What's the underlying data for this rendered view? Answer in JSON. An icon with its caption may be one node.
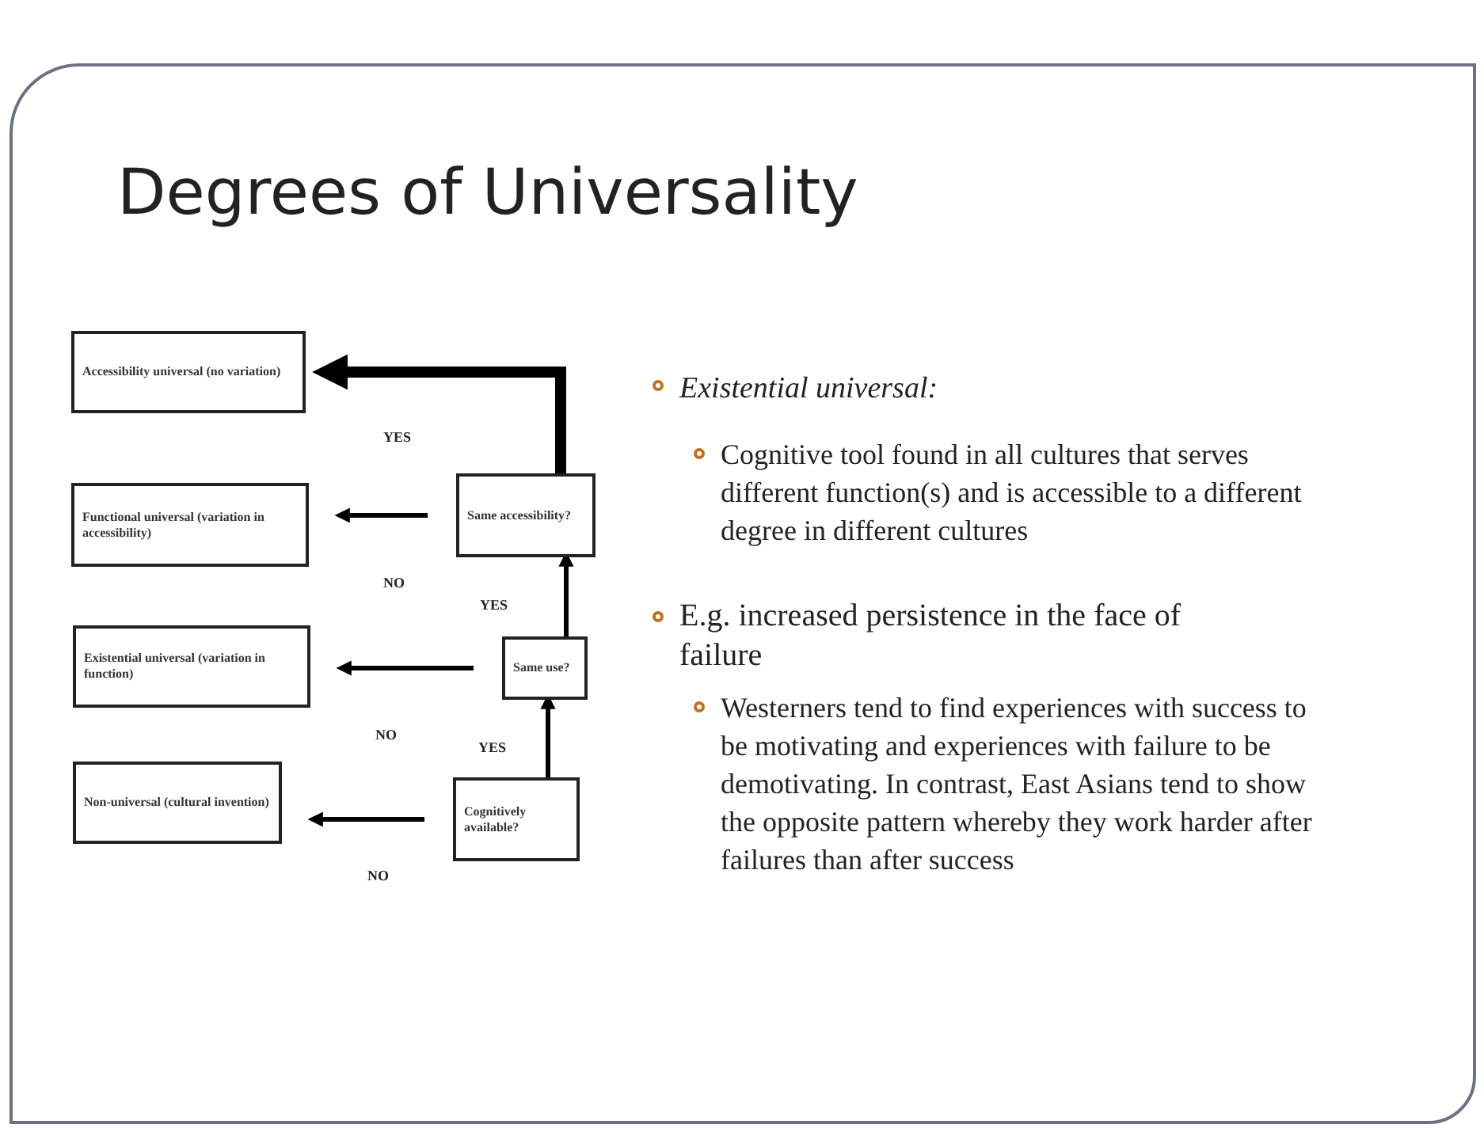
{
  "diagram": {
    "title": "Degrees of Universality",
    "nodes": [
      {
        "text": [
          "Accessibility universal (no variation)"
        ]
      },
      {
        "text": [
          "Functional universal (variation in accessibility)"
        ]
      },
      {
        "text": [
          "Existential universal (variation in function)"
        ]
      },
      {
        "text": [
          "Non-universal (cultural invention)"
        ]
      },
      {
        "text": [
          "Same accessibility?"
        ]
      },
      {
        "text": [
          "Same use?"
        ]
      },
      {
        "text": [
          "Cognitively available?"
        ]
      }
    ],
    "edges": [
      {
        "from": 6,
        "to": 5,
        "arrow": "to",
        "label": "YES"
      },
      {
        "from": 5,
        "to": 4,
        "arrow": "to",
        "label": "YES"
      },
      {
        "from": 4,
        "to": 0,
        "arrow": "to",
        "label": "YES",
        "style": "thick"
      },
      {
        "from": 4,
        "to": 1,
        "arrow": "to",
        "label": "NO"
      },
      {
        "from": 5,
        "to": 2,
        "arrow": "to",
        "label": "NO"
      },
      {
        "from": 6,
        "to": 3,
        "arrow": "to",
        "label": "NO"
      }
    ],
    "labels": [
      "*Existential universal*:",
      "Cognitive tool found in all cultures that serves different function(s) and is accessible to a different degree in different cultures",
      "E.g. increased persistence in the face of failure",
      "Westerners tend to find experiences with success to be motivating and experiences with failure to be demotivating. In contrast, East Asians tend to show the opposite pattern whereby they work harder after failures than after success"
    ]
  }
}
